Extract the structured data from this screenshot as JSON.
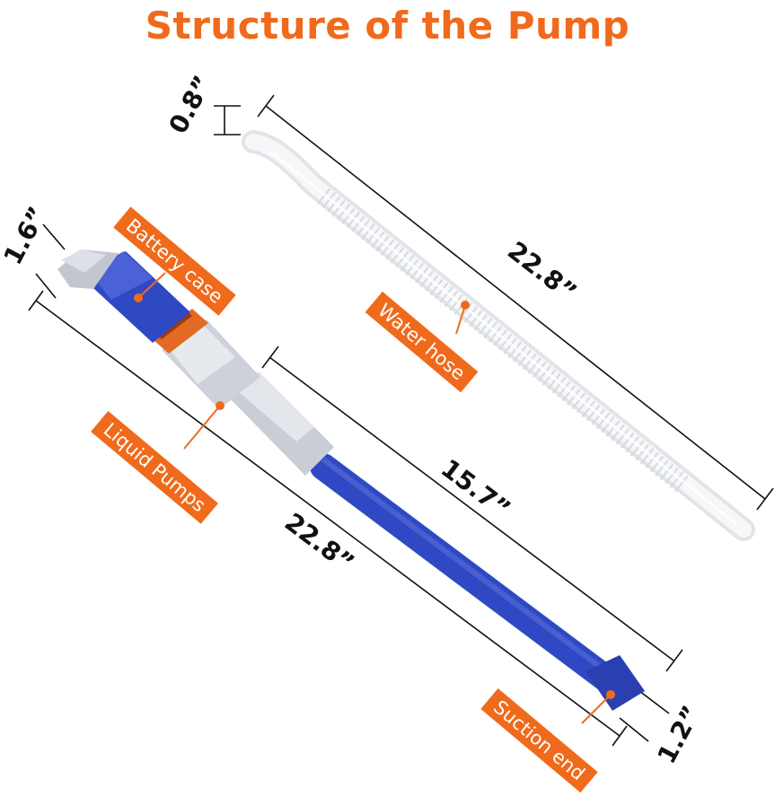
{
  "title": "Structure of the Pump",
  "dimensions": {
    "hose_diameter": "0.8”",
    "hose_length": "22.8”",
    "body_diameter": "1.6”",
    "pump_length": "22.8”",
    "tube_length": "15.7”",
    "tip_diameter": "1.2”"
  },
  "labels": {
    "battery_case": "Battery case",
    "water_hose": "Water hose",
    "liquid_pumps": "Liquid Pumps",
    "suction_end": "Suction end"
  },
  "colors": {
    "title": "#f06a1c",
    "tag": "#f06a1c",
    "pump_blue": "#2f49c4",
    "pump_grey": "#c9ced6",
    "pump_band": "#e36a22"
  }
}
